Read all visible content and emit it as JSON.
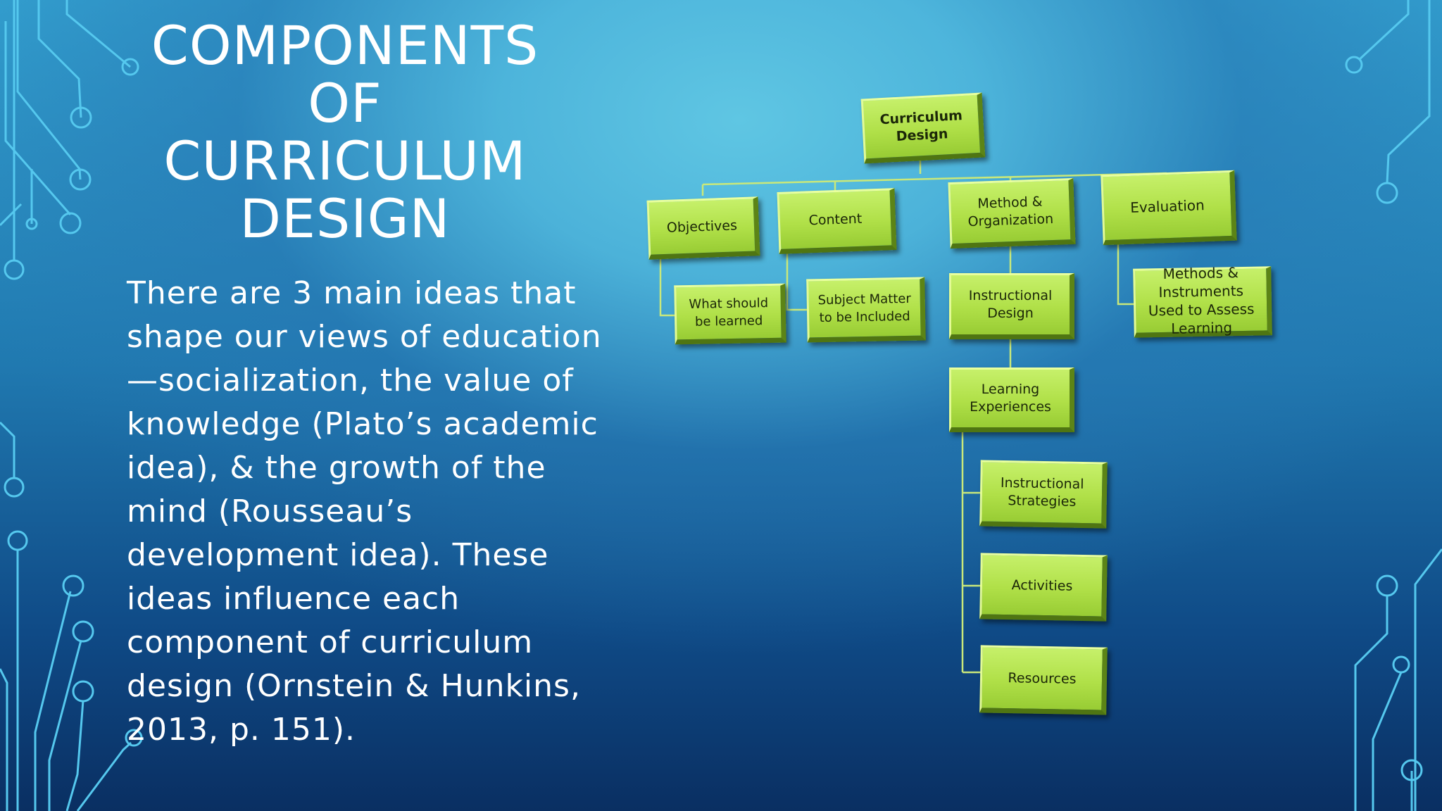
{
  "slide": {
    "title": "COMPONENTS OF CURRICULUM DESIGN",
    "body": "There are 3 main ideas that shape our views of education—socialization, the value of knowledge (Plato’s academic idea), & the growth of the mind (Rousseau’s development idea). These ideas influence each component of curriculum design (Ornstein & Hunkins, 2013, p. 151)."
  },
  "diagram": {
    "root": "Curriculum Design",
    "objectives": "Objectives",
    "what_should_be_learned": "What should be learned",
    "content": "Content",
    "subject_matter": "Subject Matter to be Included",
    "method_organization": "Method & Organization",
    "instructional_design": "Instructional Design",
    "learning_experiences": "Learning Experiences",
    "instructional_strategies": "Instructional Strategies",
    "activities": "Activities",
    "resources": "Resources",
    "evaluation": "Evaluation",
    "methods_instruments": "Methods & Instruments Used to Assess Learning"
  },
  "colors": {
    "box_fill": "#b5e34e",
    "connector": "#c9e87a",
    "circuit": "#4cc3ea"
  }
}
